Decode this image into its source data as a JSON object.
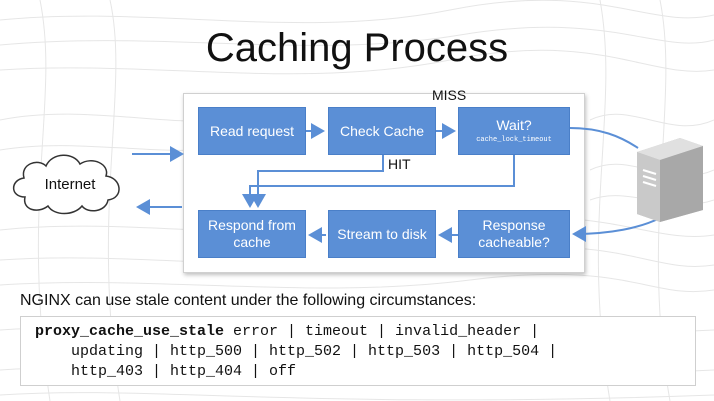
{
  "title": "Caching Process",
  "diagram": {
    "nodes": {
      "read_request": "Read request",
      "check_cache": "Check Cache",
      "wait": "Wait?",
      "wait_detail": "cache_lock_timeout",
      "respond_from_cache": "Respond from cache",
      "stream_to_disk": "Stream to disk",
      "response_cacheable": "Response cacheable?"
    },
    "labels": {
      "miss": "MISS",
      "hit": "HIT",
      "internet": "Internet"
    },
    "icons": {
      "server": "server-icon",
      "cloud": "cloud-icon"
    },
    "colors": {
      "box_fill": "#5b8fd6",
      "arrow": "#5b8fd6",
      "server": "#c8c8c8"
    }
  },
  "note": "NGINX can use stale content under the following circumstances:",
  "code": {
    "directive": "proxy_cache_use_stale",
    "line1_rest": " error | timeout | invalid_header |",
    "line2": "    updating | http_500 | http_502 | http_503 | http_504 |",
    "line3": "    http_403 | http_404 | off"
  }
}
